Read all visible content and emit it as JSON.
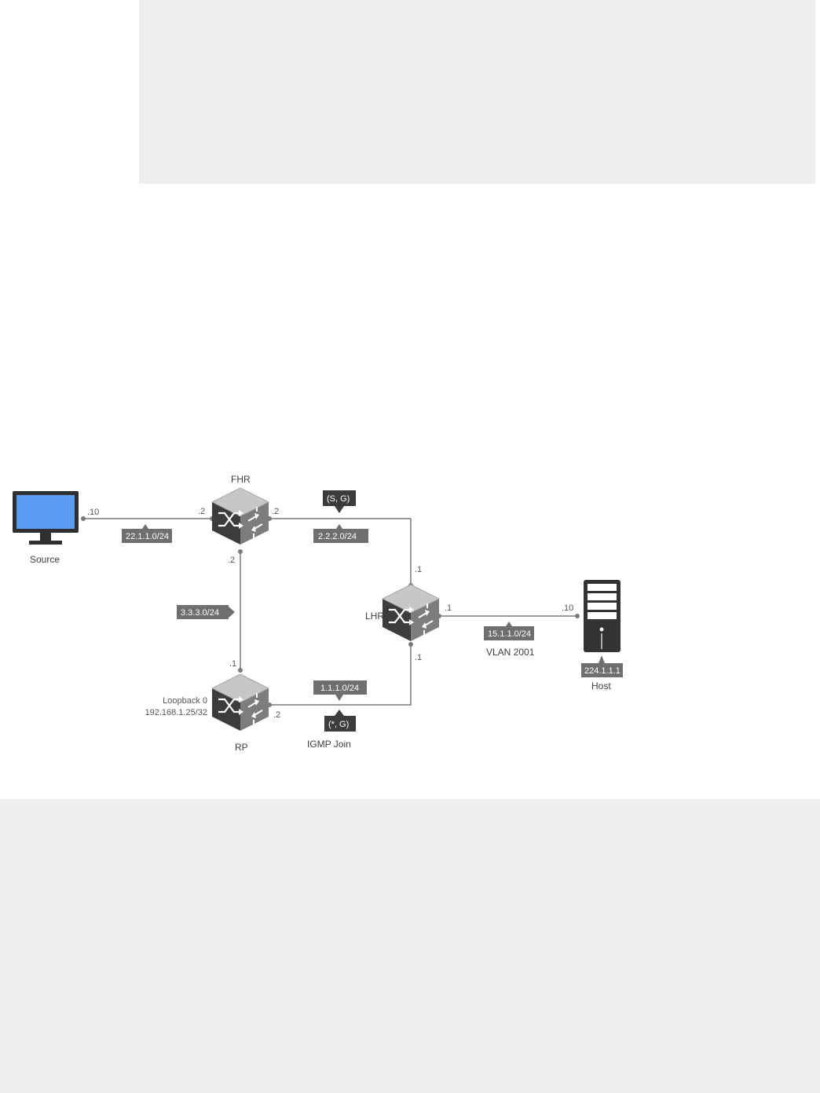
{
  "nodes": {
    "source": {
      "label": "Source",
      "ip_suffix": ".10"
    },
    "fhr": {
      "label": "FHR",
      "ip_to_source": ".2",
      "ip_to_lhr": ".2",
      "ip_to_rp": ".2"
    },
    "rp": {
      "label": "RP",
      "loopback_name": "Loopback 0",
      "loopback_ip": "192.168.1.25/32",
      "ip_to_fhr": ".1",
      "ip_to_lhr": ".2"
    },
    "lhr": {
      "label": "LHR",
      "ip_to_fhr": ".1",
      "ip_to_rp": ".1",
      "ip_to_host": ".1"
    },
    "host": {
      "label": "Host",
      "ip_suffix": ".10",
      "group": "224.1.1.1"
    }
  },
  "links": {
    "source_fhr": {
      "subnet": "22.1.1.0/24"
    },
    "fhr_lhr": {
      "subnet": "2.2.2.0/24",
      "flow_label": "(S, G)"
    },
    "fhr_rp": {
      "subnet": "3.3.3.0/24"
    },
    "rp_lhr": {
      "subnet": "1.1.1.0/24",
      "flow_label": "(*, G)",
      "caption": "IGMP Join"
    },
    "lhr_host": {
      "subnet": "15.1.1.0/24",
      "caption": "VLAN 2001"
    }
  },
  "colors": {
    "monitor_screen": "#5b9bf3",
    "router_body": "#4a4a4a",
    "tag_background": "#6f6f6f",
    "dark_tag": "#3c3c3c",
    "line": "#7a7a7a",
    "panel": "#efefef"
  }
}
